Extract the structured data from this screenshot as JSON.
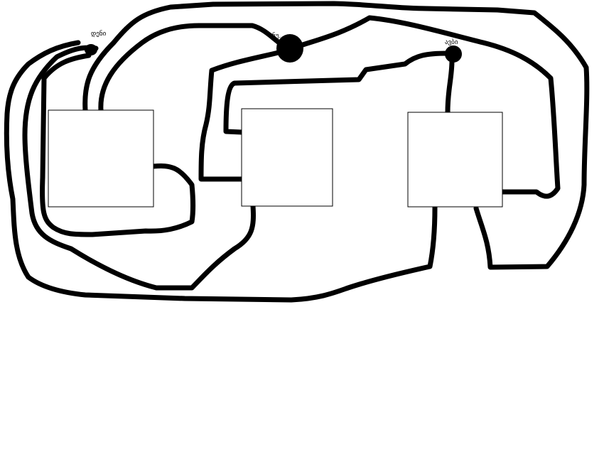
{
  "diagram": {
    "labels": {
      "left": "დენი",
      "middle": "ნუ...",
      "right": "ავბი"
    }
  }
}
